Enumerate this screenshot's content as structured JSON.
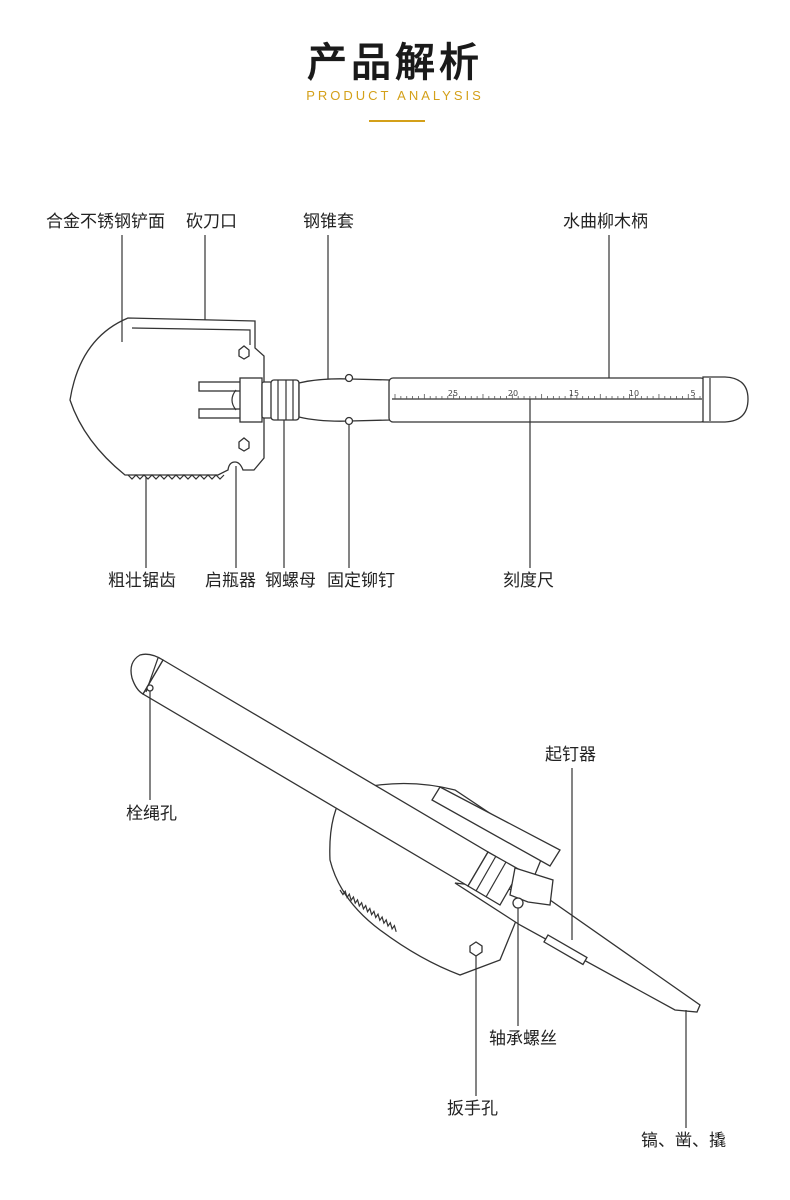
{
  "header": {
    "title": "产品解析",
    "subtitle": "PRODUCT ANALYSIS",
    "accent_color": "#d4a019"
  },
  "diagram1": {
    "labels": {
      "blade": "合金不锈钢铲面",
      "cutting_edge": "砍刀口",
      "steel_sleeve": "钢锥套",
      "handle": "水曲柳木柄",
      "saw_teeth": "粗壮锯齿",
      "bottle_opener": "启瓶器",
      "steel_nut": "钢螺母",
      "rivet": "固定铆钉",
      "ruler": "刻度尺"
    },
    "ruler_ticks": [
      "25",
      "20",
      "15",
      "10",
      "5"
    ]
  },
  "diagram2": {
    "labels": {
      "lanyard_hole": "栓绳孔",
      "nail_puller": "起钉器",
      "bearing_screw": "轴承螺丝",
      "wrench_hole": "扳手孔",
      "pick_chisel_pry": "镐、凿、撬"
    }
  }
}
